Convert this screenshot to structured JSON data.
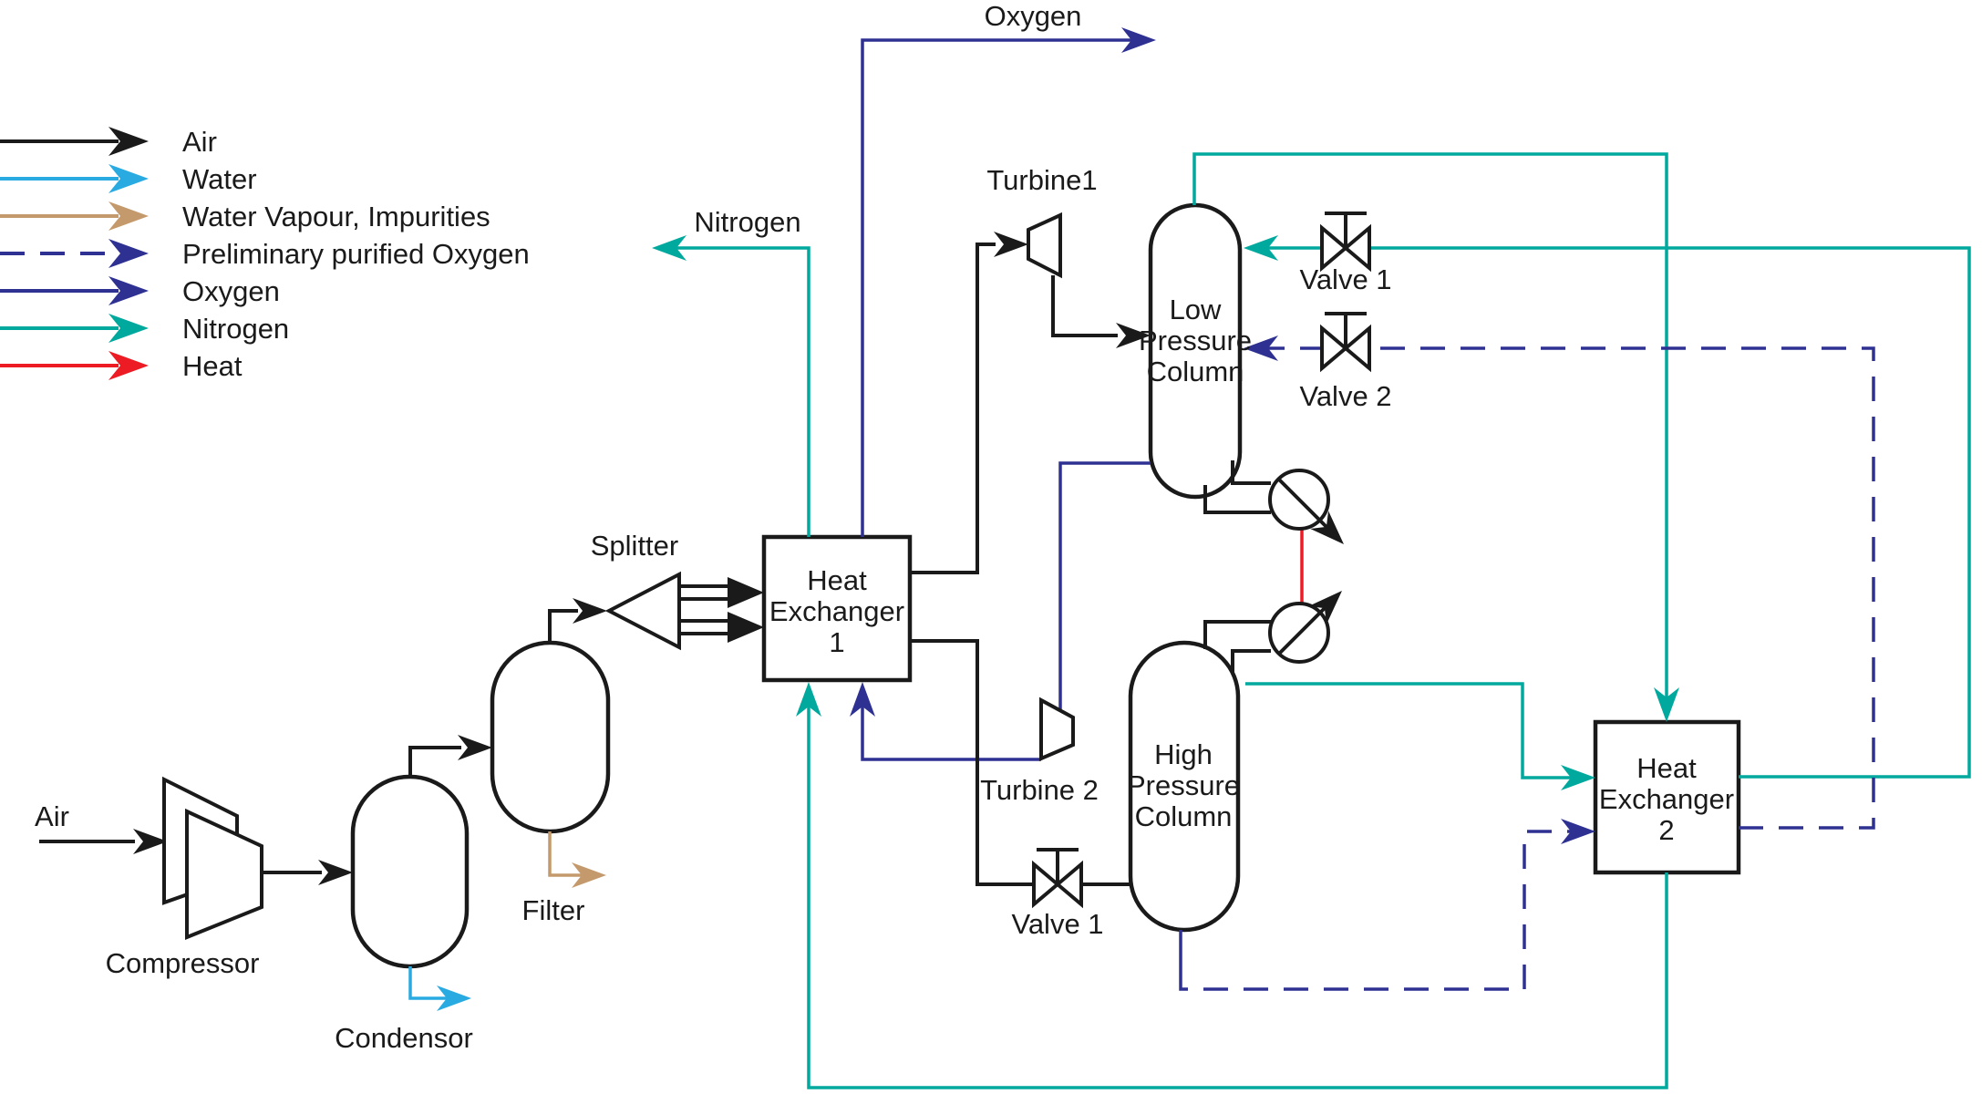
{
  "colors": {
    "ink": "#1a1a1a",
    "air": "#1a1a1a",
    "water": "#29ABE2",
    "water_vapour": "#C49A6C",
    "preliminary_oxygen": "#2E3192",
    "oxygen": "#2E3192",
    "nitrogen": "#00A99D",
    "heat": "#ED1C24"
  },
  "legend": {
    "items": [
      {
        "label": "Air",
        "color": "#1a1a1a",
        "style": "solid"
      },
      {
        "label": "Water",
        "color": "#29ABE2",
        "style": "solid"
      },
      {
        "label": "Water Vapour, Impurities",
        "color": "#C49A6C",
        "style": "solid"
      },
      {
        "label": "Preliminary purified Oxygen",
        "color": "#2E3192",
        "style": "dashed"
      },
      {
        "label": "Oxygen",
        "color": "#2E3192",
        "style": "solid"
      },
      {
        "label": "Nitrogen",
        "color": "#00A99D",
        "style": "solid"
      },
      {
        "label": "Heat",
        "color": "#ED1C24",
        "style": "solid"
      }
    ]
  },
  "labels": {
    "air_feed": "Air",
    "compressor": "Compressor",
    "condensor": "Condensor",
    "filter": "Filter",
    "splitter": "Splitter",
    "turbine1": "Turbine1",
    "turbine2": "Turbine 2",
    "valve1_top": "Valve 1",
    "valve2": "Valve 2",
    "valve1_bottom": "Valve 1",
    "oxygen_out": "Oxygen",
    "nitrogen_out": "Nitrogen",
    "hx1": {
      "0": "Heat",
      "1": "Exchanger",
      "2": "1"
    },
    "hx2": {
      "0": "Heat",
      "1": "Exchanger",
      "2": "2"
    },
    "lpc": {
      "0": "Low",
      "1": "Pressure",
      "2": "Column"
    },
    "hpc": {
      "0": "High",
      "1": "Pressure",
      "2": "Column"
    }
  }
}
